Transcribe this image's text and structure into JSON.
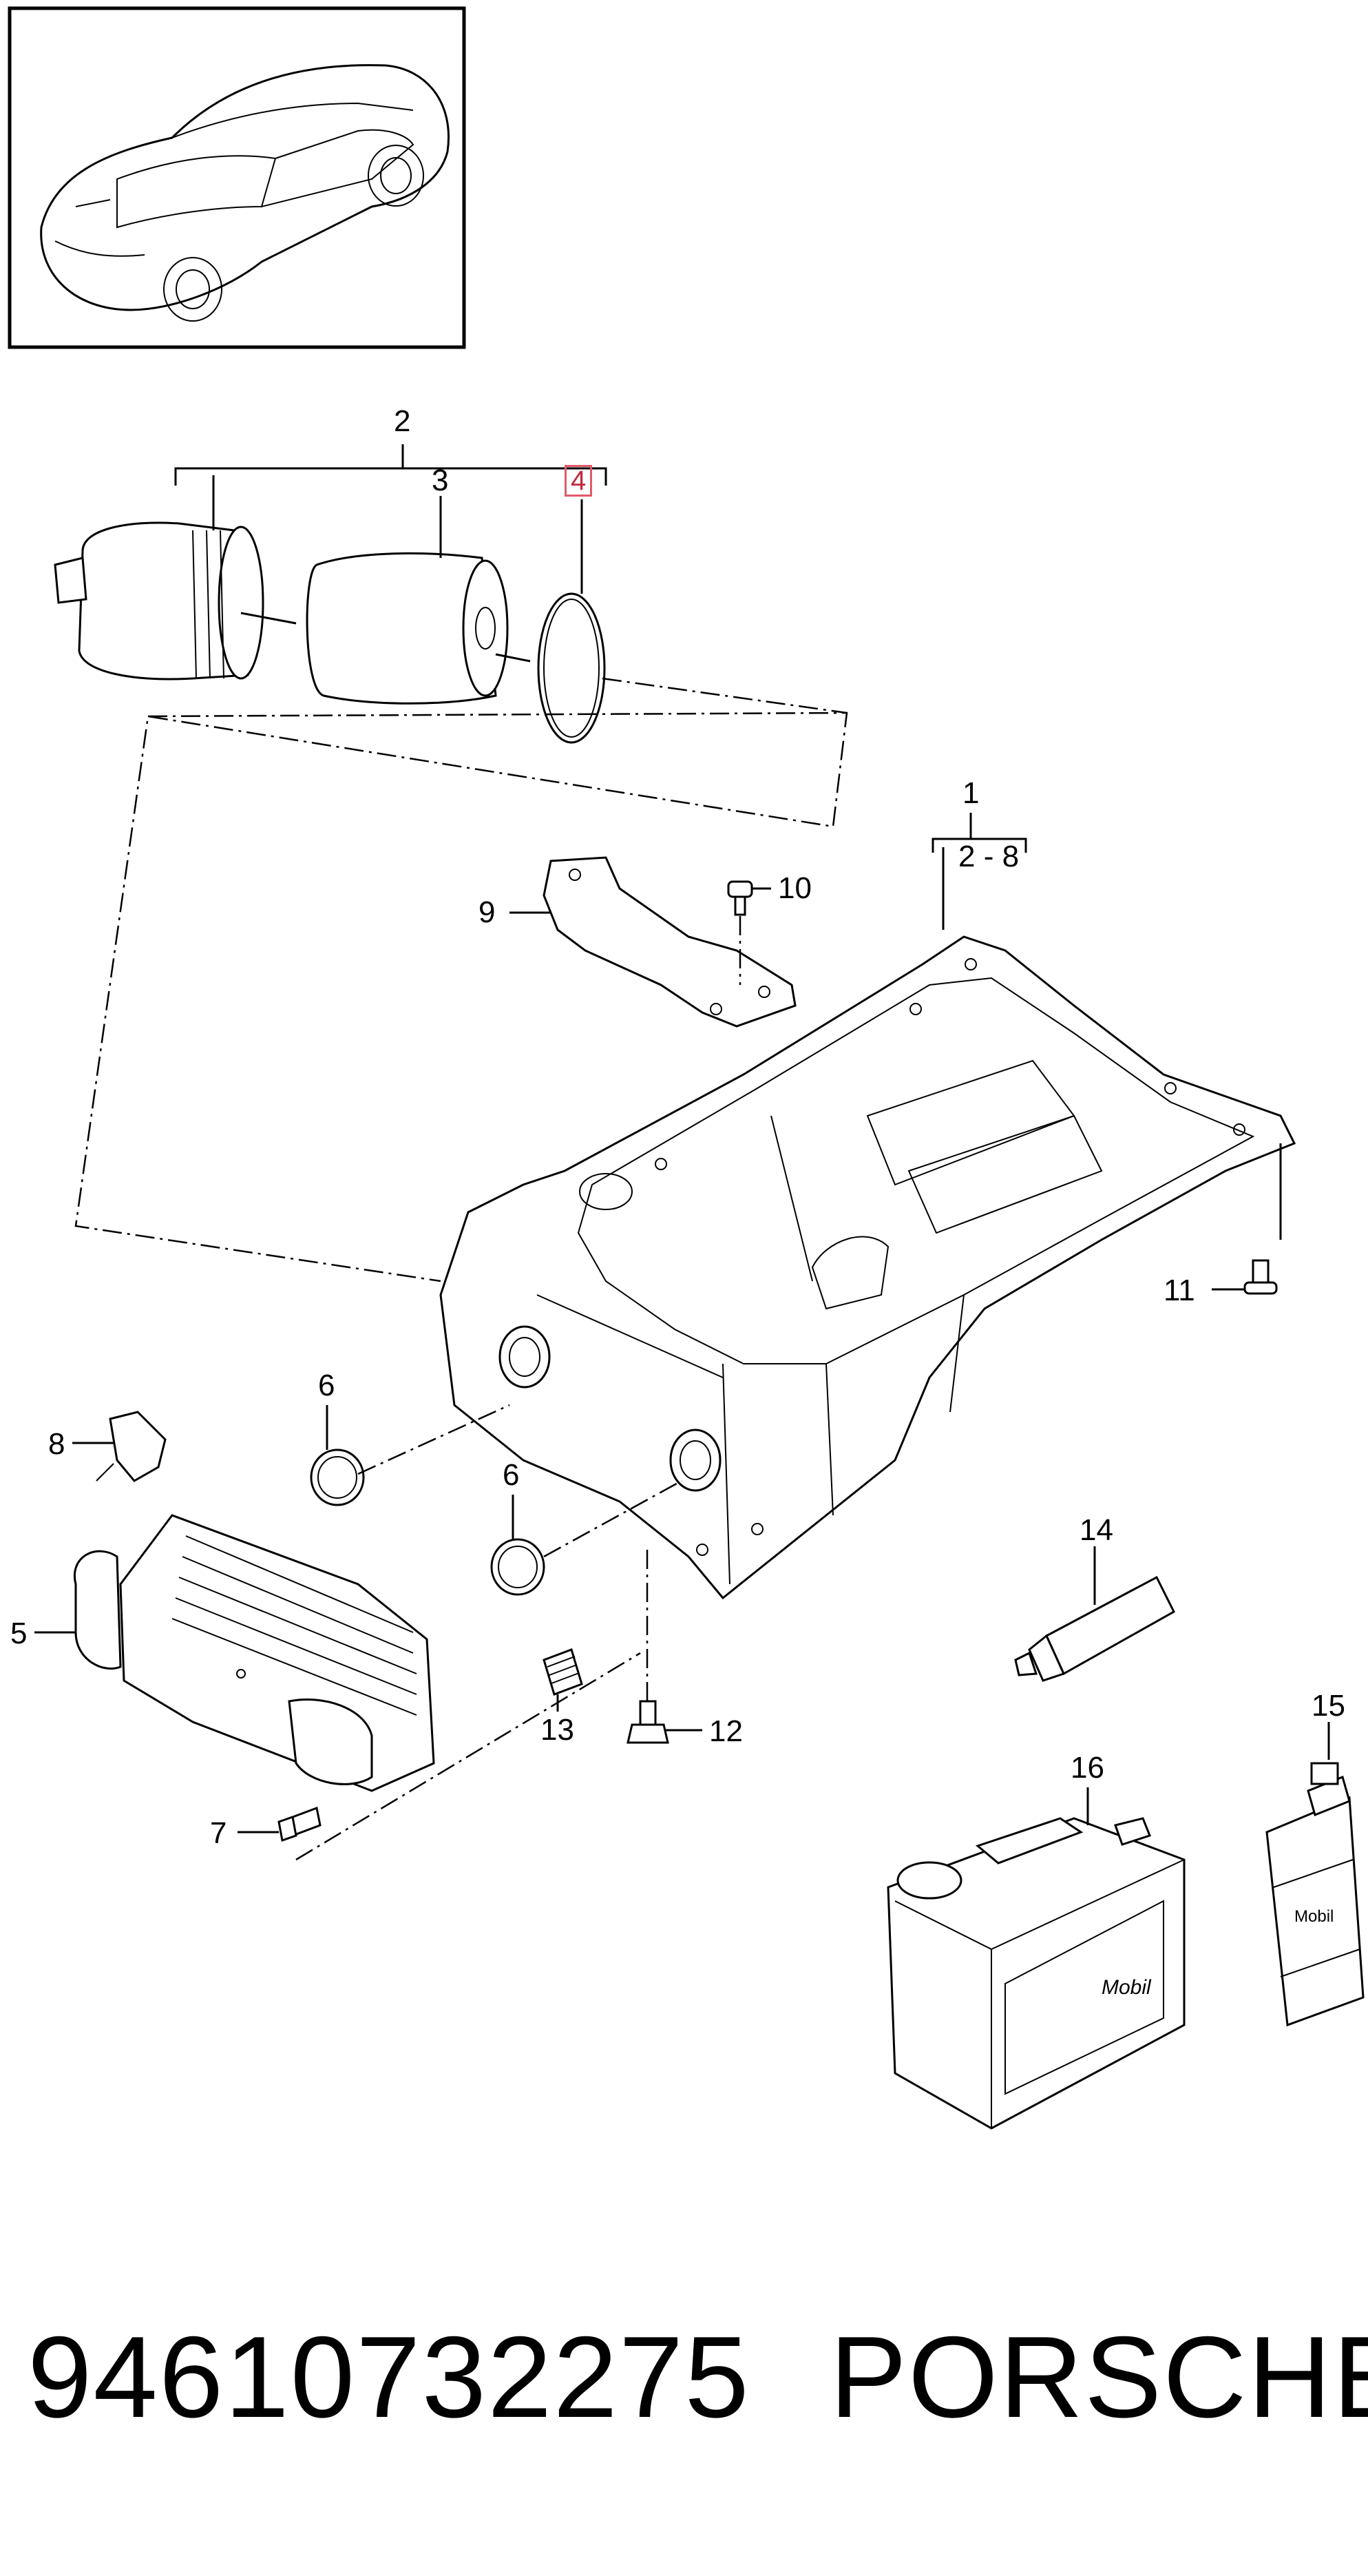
{
  "diagram": {
    "callouts": {
      "c1": "1",
      "c2": "2",
      "c2_8": "2 - 8",
      "c3": "3",
      "c4": "4",
      "c5": "5",
      "c6a": "6",
      "c6b": "6",
      "c7": "7",
      "c8": "8",
      "c9": "9",
      "c10": "10",
      "c11": "11",
      "c12": "12",
      "c13": "13",
      "c14": "14",
      "c15": "15",
      "c16": "16"
    },
    "bottle_brand": "Mobil",
    "canister_brand": "Mobil",
    "highlight_color": "#e05a6a"
  },
  "footer": {
    "part_number": "94610732275",
    "brand": "PORSCHE"
  }
}
